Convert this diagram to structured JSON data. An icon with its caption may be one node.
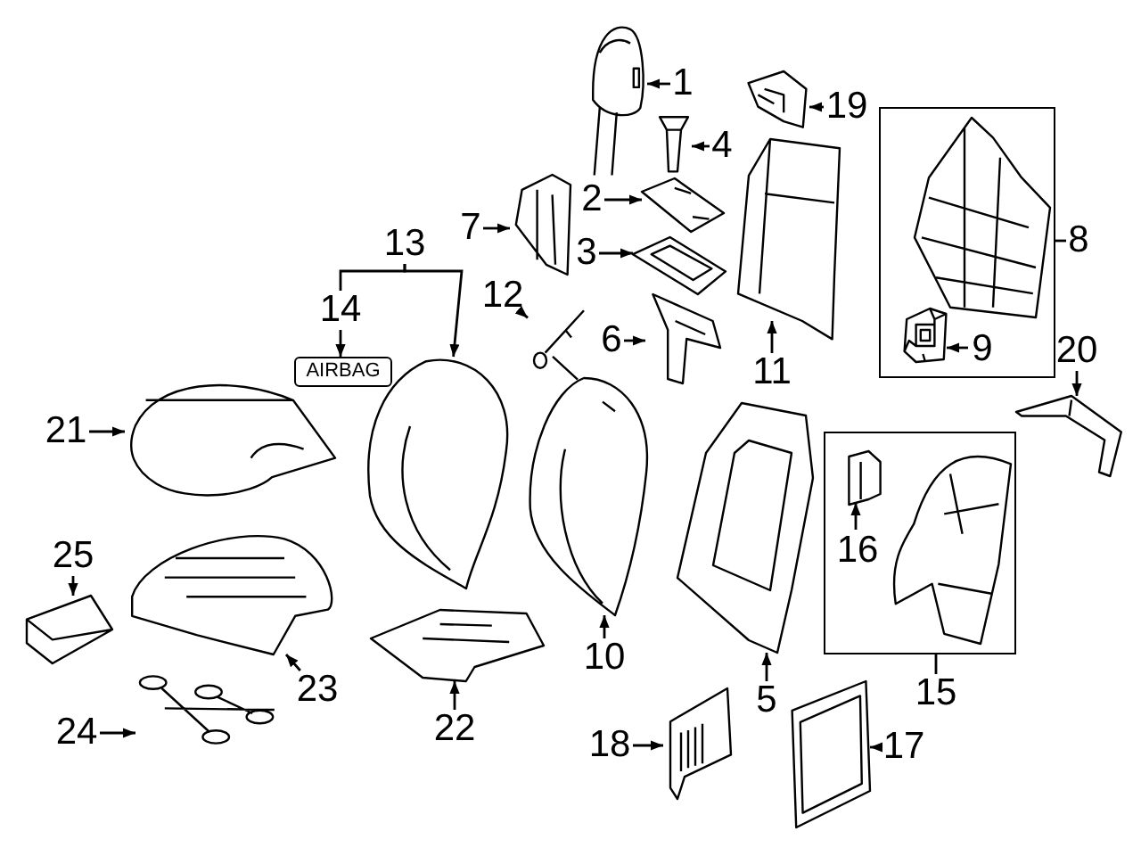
{
  "diagram": {
    "nodes": [
      {
        "text": [
          "1"
        ]
      },
      {
        "text": [],
        "shape": "picture"
      },
      {
        "text": [
          "19"
        ]
      },
      {
        "text": [],
        "shape": "picture"
      },
      {
        "text": [
          "4"
        ]
      },
      {
        "text": [],
        "shape": "picture"
      },
      {
        "text": [
          "2"
        ]
      },
      {
        "text": [],
        "shape": "picture"
      },
      {
        "text": [
          "7"
        ]
      },
      {
        "text": [],
        "shape": "picture"
      },
      {
        "text": [
          "3"
        ]
      },
      {
        "text": [],
        "shape": "picture"
      },
      {
        "text": [],
        "shape": "box"
      },
      {
        "text": [],
        "shape": "picture",
        "in": 12
      },
      {
        "text": [],
        "shape": "picture",
        "in": 12
      },
      {
        "text": [
          "9"
        ],
        "in": 12
      },
      {
        "text": [
          "8"
        ]
      },
      {
        "text": [
          "13"
        ]
      },
      {
        "text": [
          "14"
        ]
      },
      {
        "text": [
          "AIRBAG"
        ]
      },
      {
        "text": [
          "12"
        ]
      },
      {
        "text": [],
        "shape": "picture"
      },
      {
        "text": [
          "6"
        ]
      },
      {
        "text": [],
        "shape": "picture"
      },
      {
        "text": [
          "11"
        ]
      },
      {
        "text": [],
        "shape": "picture"
      },
      {
        "text": [
          "20"
        ]
      },
      {
        "text": [],
        "shape": "picture"
      },
      {
        "text": [
          "21"
        ]
      },
      {
        "text": [],
        "shape": "picture"
      },
      {
        "text": [],
        "shape": "picture"
      },
      {
        "text": [],
        "shape": "picture"
      },
      {
        "text": [],
        "shape": "picture"
      },
      {
        "text": [],
        "shape": "box"
      },
      {
        "text": [],
        "shape": "picture",
        "in": 33
      },
      {
        "text": [
          "16"
        ],
        "in": 33
      },
      {
        "text": [],
        "shape": "picture",
        "in": 33
      },
      {
        "text": [
          "25"
        ]
      },
      {
        "text": [],
        "shape": "picture"
      },
      {
        "text": [],
        "shape": "picture"
      },
      {
        "text": [],
        "shape": "picture"
      },
      {
        "text": [
          "10"
        ]
      },
      {
        "text": [
          "5"
        ]
      },
      {
        "text": [
          "15"
        ]
      },
      {
        "text": [
          "23"
        ]
      },
      {
        "text": [
          "22"
        ]
      },
      {
        "text": [
          "24"
        ]
      },
      {
        "text": [],
        "shape": "picture"
      },
      {
        "text": [
          "18"
        ]
      },
      {
        "text": [],
        "shape": "picture"
      },
      {
        "text": [
          "17"
        ]
      },
      {
        "text": [],
        "shape": "picture"
      }
    ],
    "edges": [
      {
        "from": 0,
        "to": 1,
        "arrow": "to"
      },
      {
        "from": 2,
        "to": 3,
        "arrow": "to"
      },
      {
        "from": 4,
        "to": 5,
        "arrow": "to"
      },
      {
        "from": 6,
        "to": 7,
        "arrow": "to"
      },
      {
        "from": 8,
        "to": 9,
        "arrow": "to"
      },
      {
        "from": 10,
        "to": 11,
        "arrow": "to"
      },
      {
        "from": 15,
        "to": 14,
        "arrow": "to"
      },
      {
        "from": 16,
        "to": 12,
        "arrow": "none"
      },
      {
        "from": 17,
        "to": 18,
        "arrow": "none"
      },
      {
        "from": 17,
        "to": 30,
        "arrow": "to"
      },
      {
        "from": 18,
        "to": 19,
        "arrow": "to"
      },
      {
        "from": 20,
        "to": 21,
        "arrow": "to"
      },
      {
        "from": 22,
        "to": 23,
        "arrow": "to"
      },
      {
        "from": 24,
        "to": 25,
        "arrow": "to"
      },
      {
        "from": 26,
        "to": 27,
        "arrow": "to"
      },
      {
        "from": 28,
        "to": 29,
        "arrow": "to"
      },
      {
        "from": 35,
        "to": 34,
        "arrow": "to"
      },
      {
        "from": 37,
        "to": 38,
        "arrow": "to"
      },
      {
        "from": 41,
        "to": 31,
        "arrow": "to"
      },
      {
        "from": 42,
        "to": 32,
        "arrow": "to"
      },
      {
        "from": 43,
        "to": 33,
        "arrow": "none"
      },
      {
        "from": 44,
        "to": 39,
        "arrow": "to"
      },
      {
        "from": 45,
        "to": 40,
        "arrow": "to"
      },
      {
        "from": 46,
        "to": 47,
        "arrow": "to"
      },
      {
        "from": 48,
        "to": 49,
        "arrow": "to"
      },
      {
        "from": 50,
        "to": 51,
        "arrow": "to"
      }
    ]
  }
}
